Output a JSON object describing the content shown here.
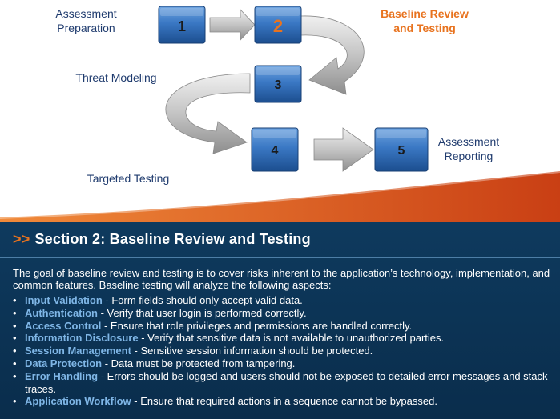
{
  "diagram": {
    "steps": [
      {
        "number": "1",
        "label": "Assessment\nPreparation"
      },
      {
        "number": "2",
        "label": "Baseline Review\nand Testing",
        "active": true
      },
      {
        "number": "3",
        "label": "Threat Modeling"
      },
      {
        "number": "4",
        "label": "Targeted Testing"
      },
      {
        "number": "5",
        "label": "Assessment\nReporting"
      }
    ],
    "colors": {
      "box": "#3a78c4",
      "box_dark": "#1c4e8f",
      "active_number": "#e8731f",
      "arrow": "#b8b8b8",
      "accent_band": "#d9501e"
    }
  },
  "section": {
    "prefix": ">>",
    "title": "Section 2:  Baseline Review and Testing",
    "intro": "The goal of baseline review and testing is to cover risks inherent to the application’s technology, implementation, and common features. Baseline testing will analyze the following aspects:",
    "bullet_glyph": "•",
    "aspects": [
      {
        "term": "Input Validation",
        "desc": " - Form fields should only accept valid data."
      },
      {
        "term": "Authentication",
        "desc": " - Verify that user login is performed correctly."
      },
      {
        "term": "Access Control",
        "desc": " - Ensure that role privileges and permissions are handled correctly."
      },
      {
        "term": "Information Disclosure",
        "desc": " - Verify that sensitive data is not available to unauthorized parties."
      },
      {
        "term": "Session Management",
        "desc": " - Sensitive session information should be protected."
      },
      {
        "term": "Data Protection",
        "desc": " - Data must be protected from tampering."
      },
      {
        "term": "Error Handling",
        "desc": " - Errors should be logged and users should not be exposed to detailed error messages and stack traces."
      },
      {
        "term": "Application Workflow",
        "desc": " - Ensure that required actions in a sequence cannot be bypassed."
      }
    ]
  }
}
